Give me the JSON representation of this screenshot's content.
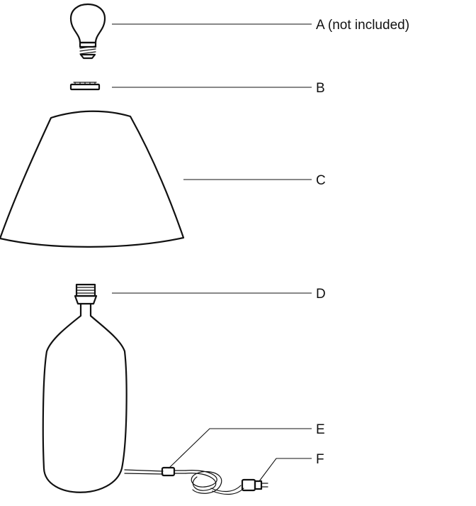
{
  "parts": [
    {
      "id": "A",
      "label": "A (not included)",
      "name": "light bulb"
    },
    {
      "id": "B",
      "label": "B",
      "name": "shade ring"
    },
    {
      "id": "C",
      "label": "C",
      "name": "lamp shade"
    },
    {
      "id": "D",
      "label": "D",
      "name": "socket"
    },
    {
      "id": "E",
      "label": "E",
      "name": "switch"
    },
    {
      "id": "F",
      "label": "F",
      "name": "plug"
    }
  ],
  "colors": {
    "line": "#111111",
    "background": "#ffffff"
  }
}
